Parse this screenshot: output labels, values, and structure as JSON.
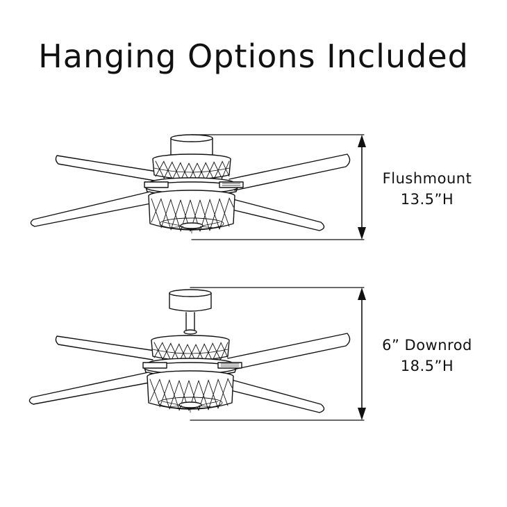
{
  "title": "Hanging Options Included",
  "options": [
    {
      "name": "Flushmount",
      "height": "13.5”H"
    },
    {
      "name": "6” Downrod",
      "height": "18.5”H"
    }
  ],
  "colors": {
    "line": "#111111",
    "background": "#ffffff"
  },
  "icons": [
    "ceiling-fan-illustration",
    "height-dimension-arrow"
  ]
}
